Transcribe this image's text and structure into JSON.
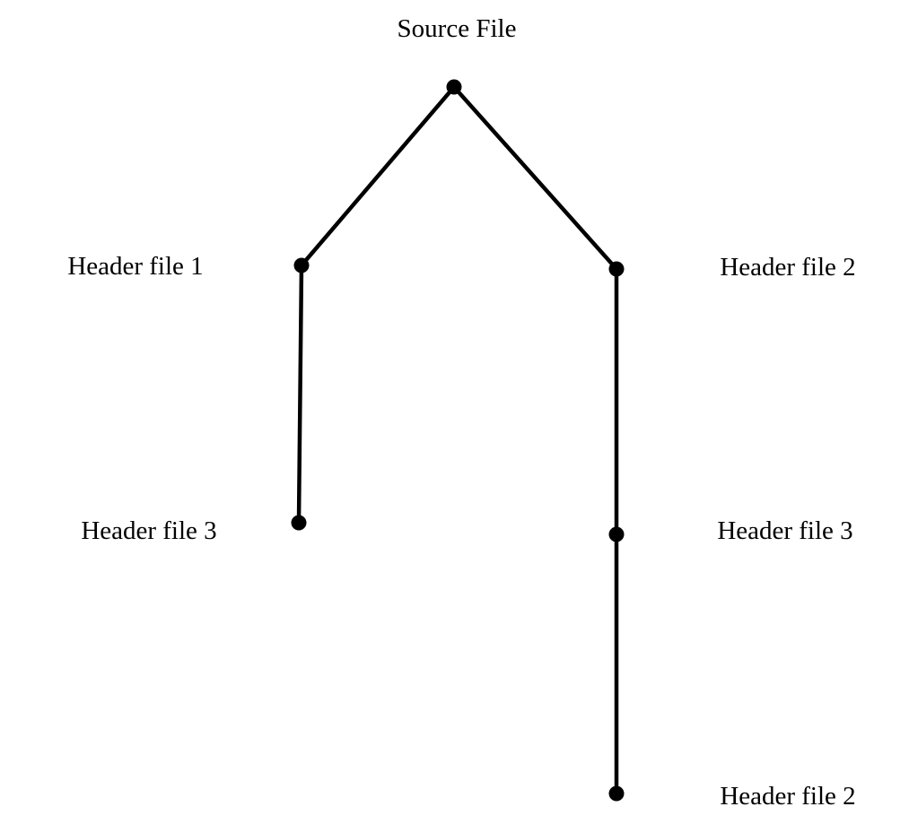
{
  "diagram": {
    "type": "include-tree",
    "colors": {
      "line": "#000000",
      "node": "#000000",
      "background": "#ffffff"
    },
    "nodes": [
      {
        "id": "source",
        "label": "Source File"
      },
      {
        "id": "h1",
        "label": "Header file 1"
      },
      {
        "id": "h2",
        "label": "Header file 2"
      },
      {
        "id": "h3_left",
        "label": "Header file 3"
      },
      {
        "id": "h3_right",
        "label": "Header file 3"
      },
      {
        "id": "h2_bottom",
        "label": "Header file 2"
      }
    ],
    "edges": [
      {
        "from": "source",
        "to": "h1"
      },
      {
        "from": "source",
        "to": "h2"
      },
      {
        "from": "h1",
        "to": "h3_left"
      },
      {
        "from": "h2",
        "to": "h3_right"
      },
      {
        "from": "h3_right",
        "to": "h2_bottom"
      }
    ]
  }
}
